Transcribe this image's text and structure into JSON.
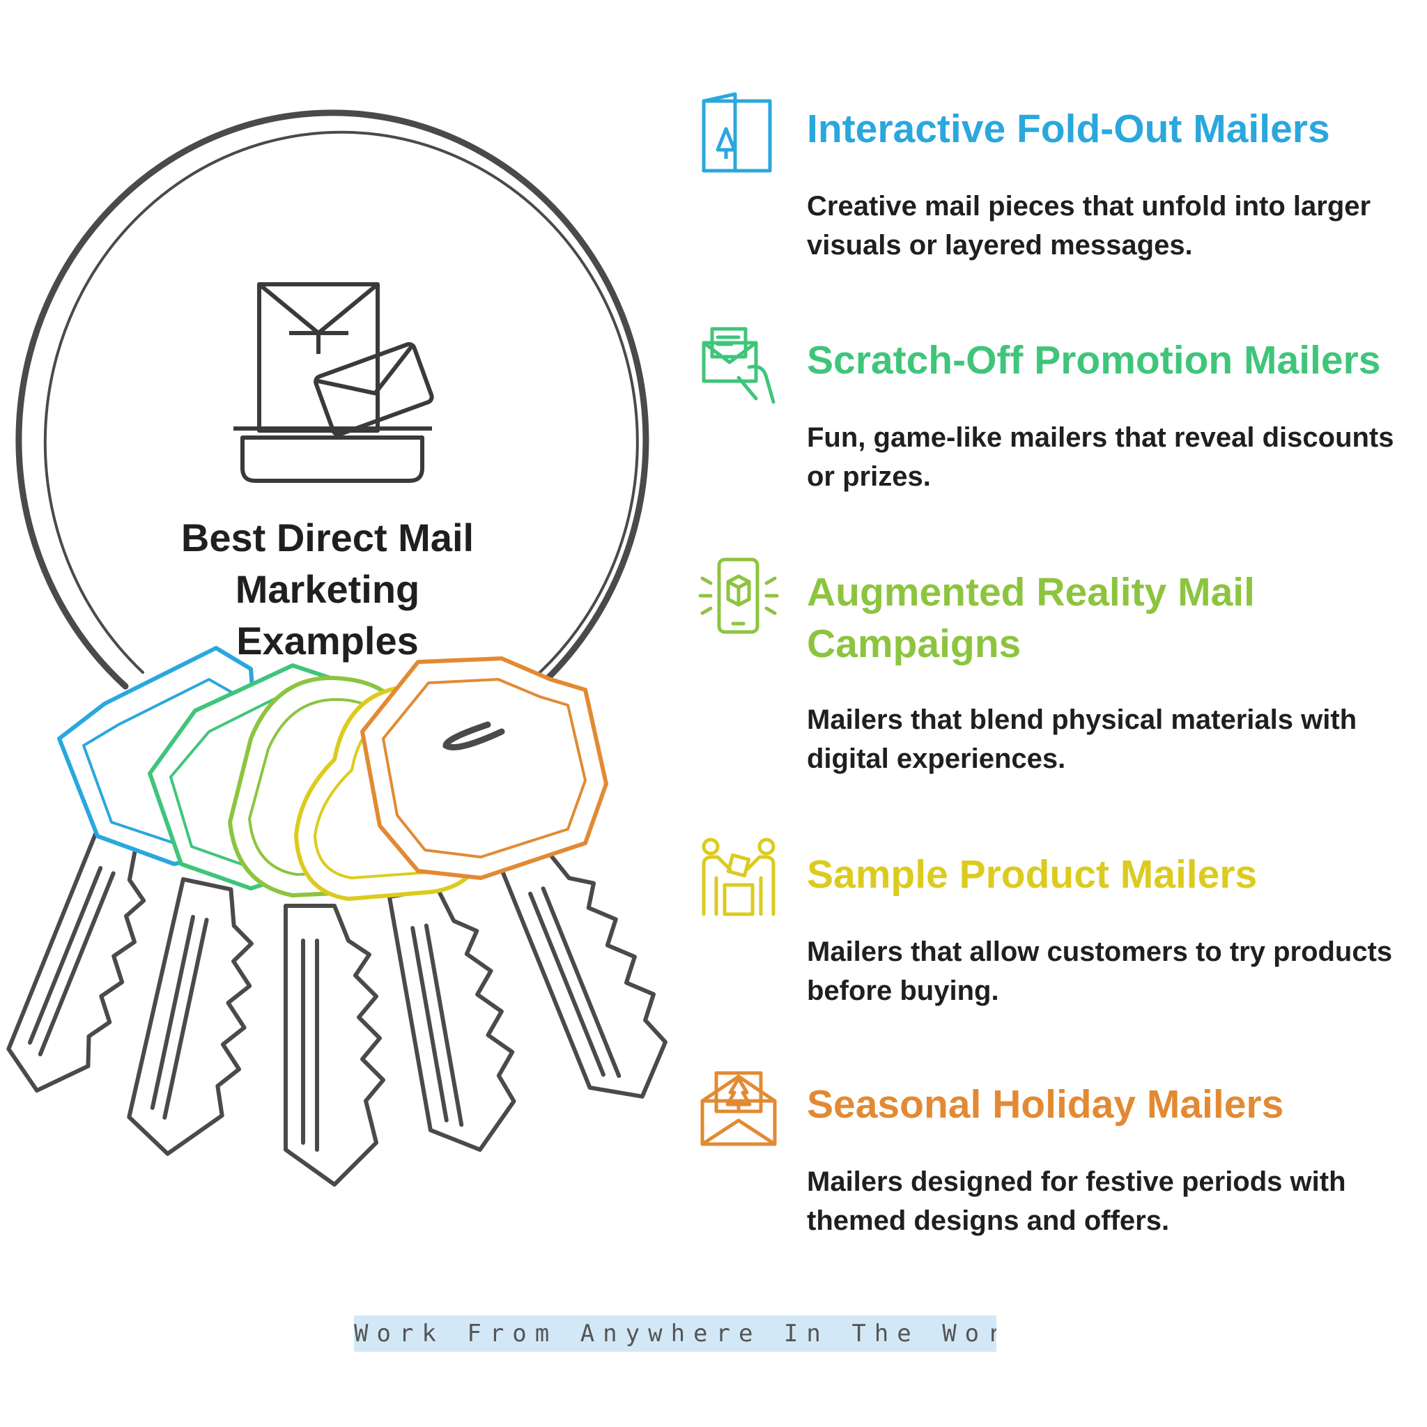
{
  "title": "Best Direct Mail\nMarketing\nExamples",
  "colors": {
    "blue": "#2aa7dd",
    "green": "#3fc57a",
    "lime": "#8dc43f",
    "yellow": "#dccb1e",
    "orange": "#e28a33",
    "line": "#4a4a4a"
  },
  "items": [
    {
      "title": "Interactive Fold-Out Mailers",
      "description": "Creative mail pieces that unfold into larger visuals or layered messages.",
      "color": "#2aa7dd",
      "icon": "fold-out-card-icon"
    },
    {
      "title": "Scratch-Off Promotion Mailers",
      "description": "Fun, game-like mailers that reveal discounts or prizes.",
      "color": "#3fc57a",
      "icon": "hand-holding-envelope-icon"
    },
    {
      "title": "Augmented Reality Mail Campaigns",
      "description": "Mailers that blend physical materials with digital experiences.",
      "color": "#8dc43f",
      "icon": "phone-ar-box-icon"
    },
    {
      "title": "Sample Product Mailers",
      "description": "Mailers that allow customers to try products before buying.",
      "color": "#dccb1e",
      "icon": "people-sharing-product-icon"
    },
    {
      "title": "Seasonal Holiday Mailers",
      "description": "Mailers designed for festive periods with themed designs and offers.",
      "color": "#e28a33",
      "icon": "holiday-envelope-icon"
    }
  ],
  "footer": "Work From Anywhere In The World"
}
